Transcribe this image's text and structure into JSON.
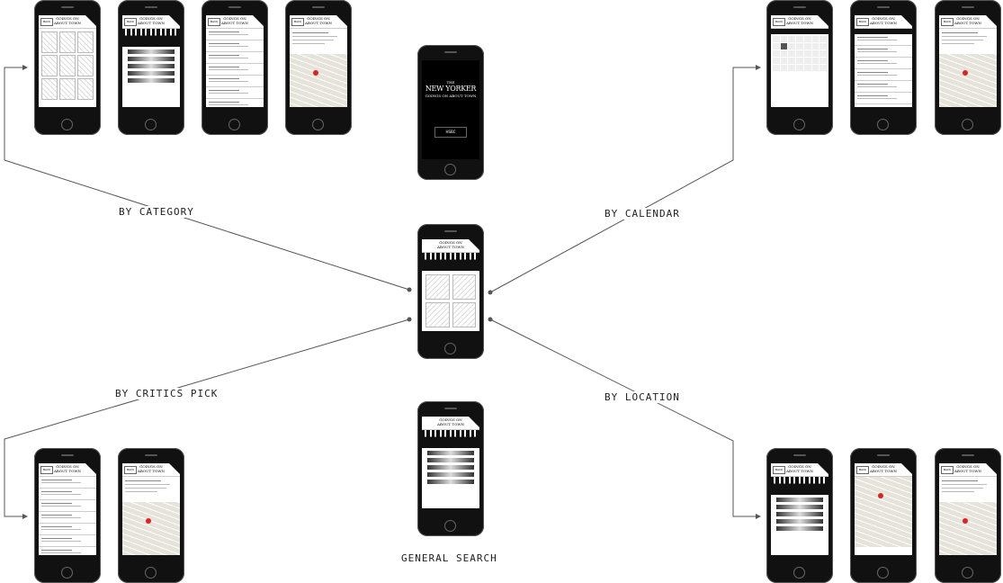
{
  "labels": {
    "by_category": "BY CATEGORY",
    "by_calendar": "BY CALENDAR",
    "by_critics_pick": "BY CRITICS PICK",
    "by_location": "BY LOCATION",
    "general_search": "GENERAL SEARCH"
  },
  "splash": {
    "the": "THE",
    "magazine": "NEW YORKER",
    "subtitle": "GOINGS ON ABOUT TOWN",
    "sponsor": "HSBC"
  },
  "app": {
    "title": "GOINGS ON ABOUT TOWN",
    "back_label": "BACK"
  }
}
